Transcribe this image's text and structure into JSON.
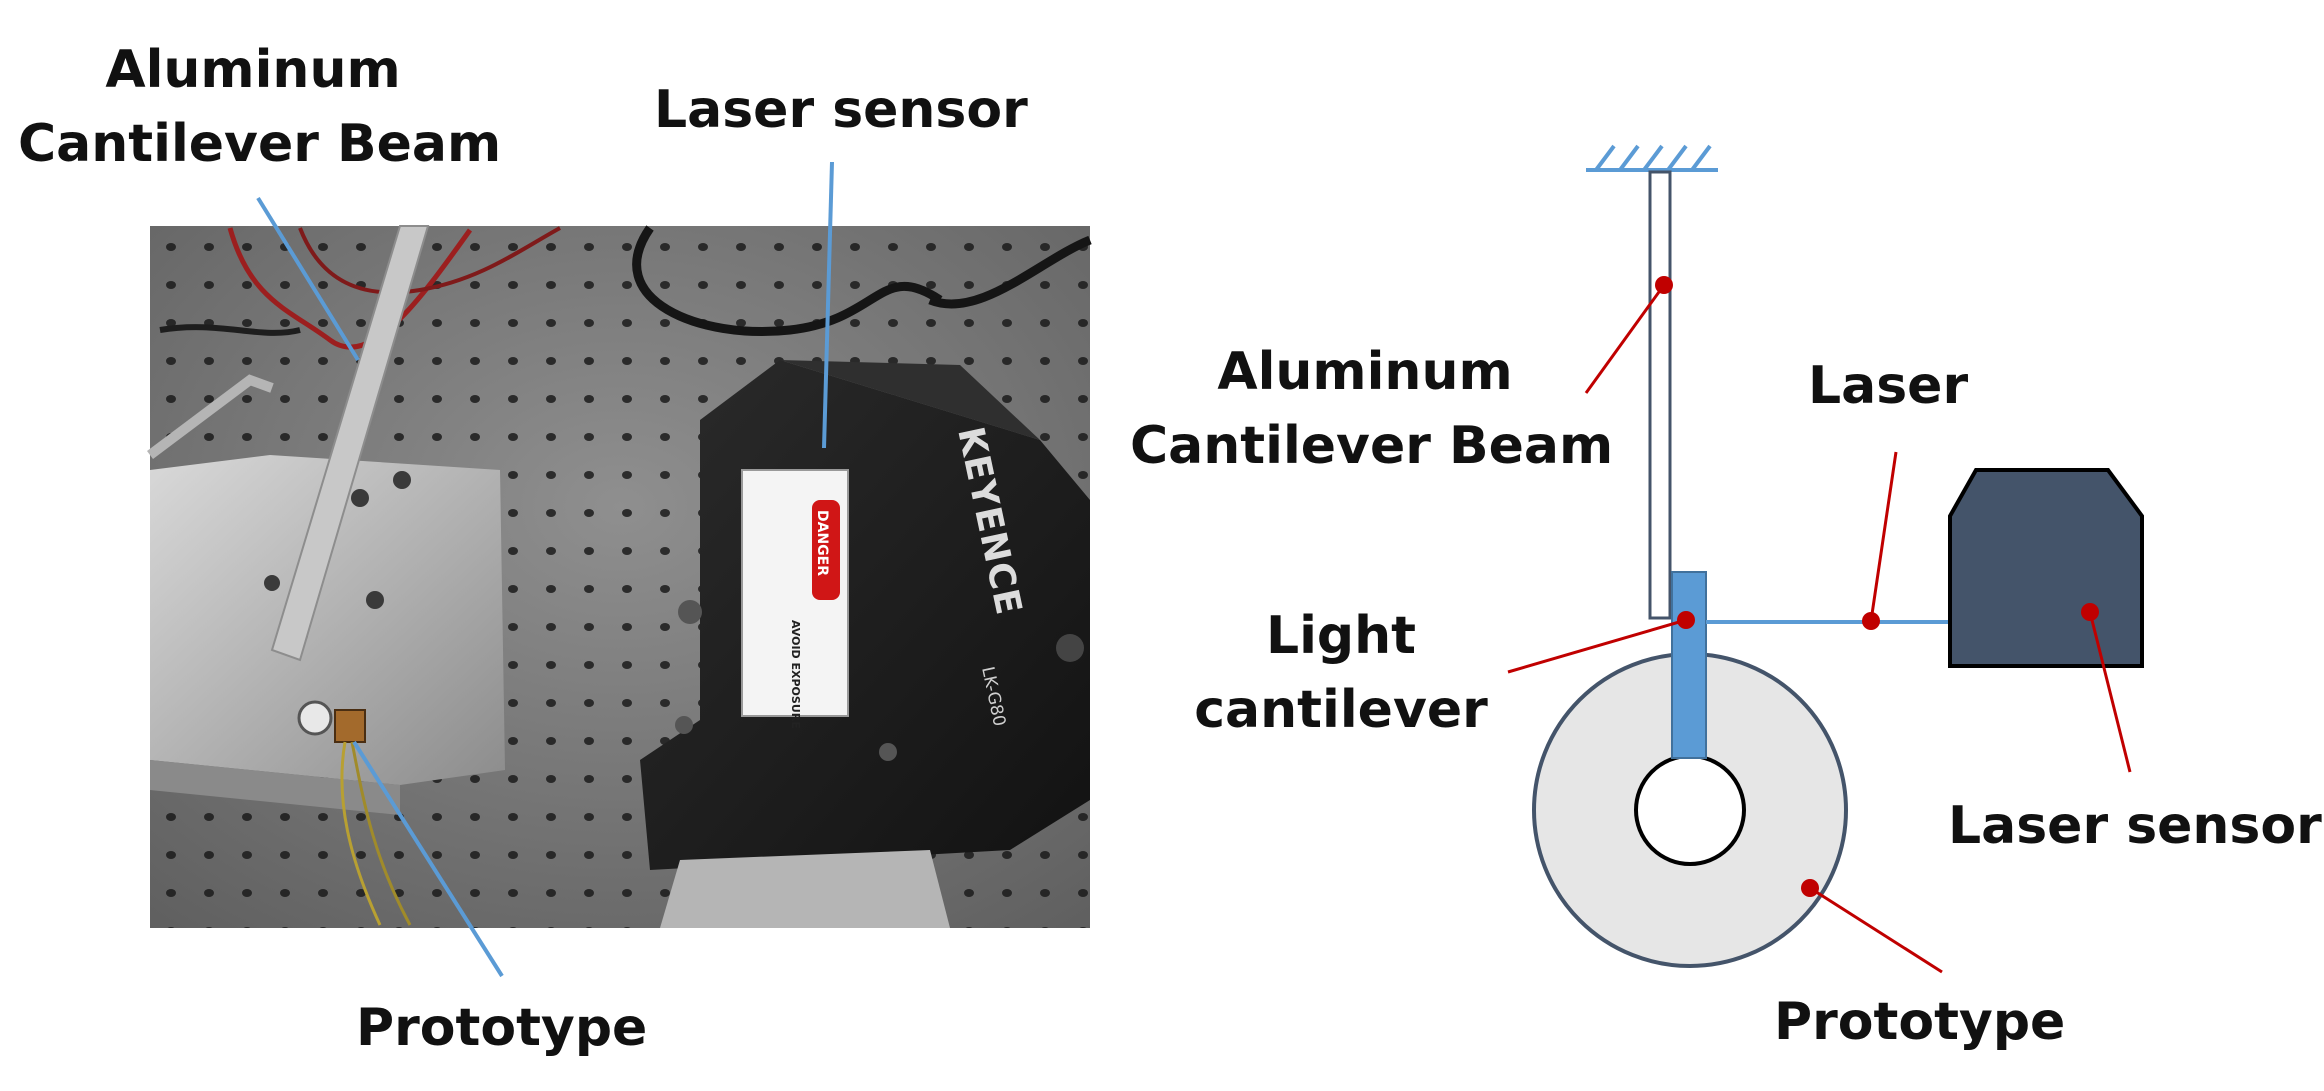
{
  "photo": {
    "labels": {
      "beam_line1": "Aluminum",
      "beam_line2": "Cantilever Beam",
      "sensor": "Laser sensor",
      "prototype": "Prototype"
    },
    "sensor_brand": "KEYENCE",
    "sensor_model": "LK-G80",
    "warning_tag": "DANGER",
    "warning_text": "AVOID EXPOSURE"
  },
  "schematic": {
    "labels": {
      "beam_line1": "Aluminum",
      "beam_line2": "Cantilever Beam",
      "laser": "Laser",
      "light_line1": "Light",
      "light_line2": "cantilever",
      "sensor": "Laser sensor",
      "prototype": "Prototype"
    }
  },
  "colors": {
    "leader_photo": "#5b9bd5",
    "leader_schematic": "#c00000",
    "marker": "#c00000",
    "beam_blue": "#5b9bd5",
    "sensor_box": "#44546a",
    "disk_fill": "#e6e6e6",
    "disk_stroke": "#44546a"
  }
}
